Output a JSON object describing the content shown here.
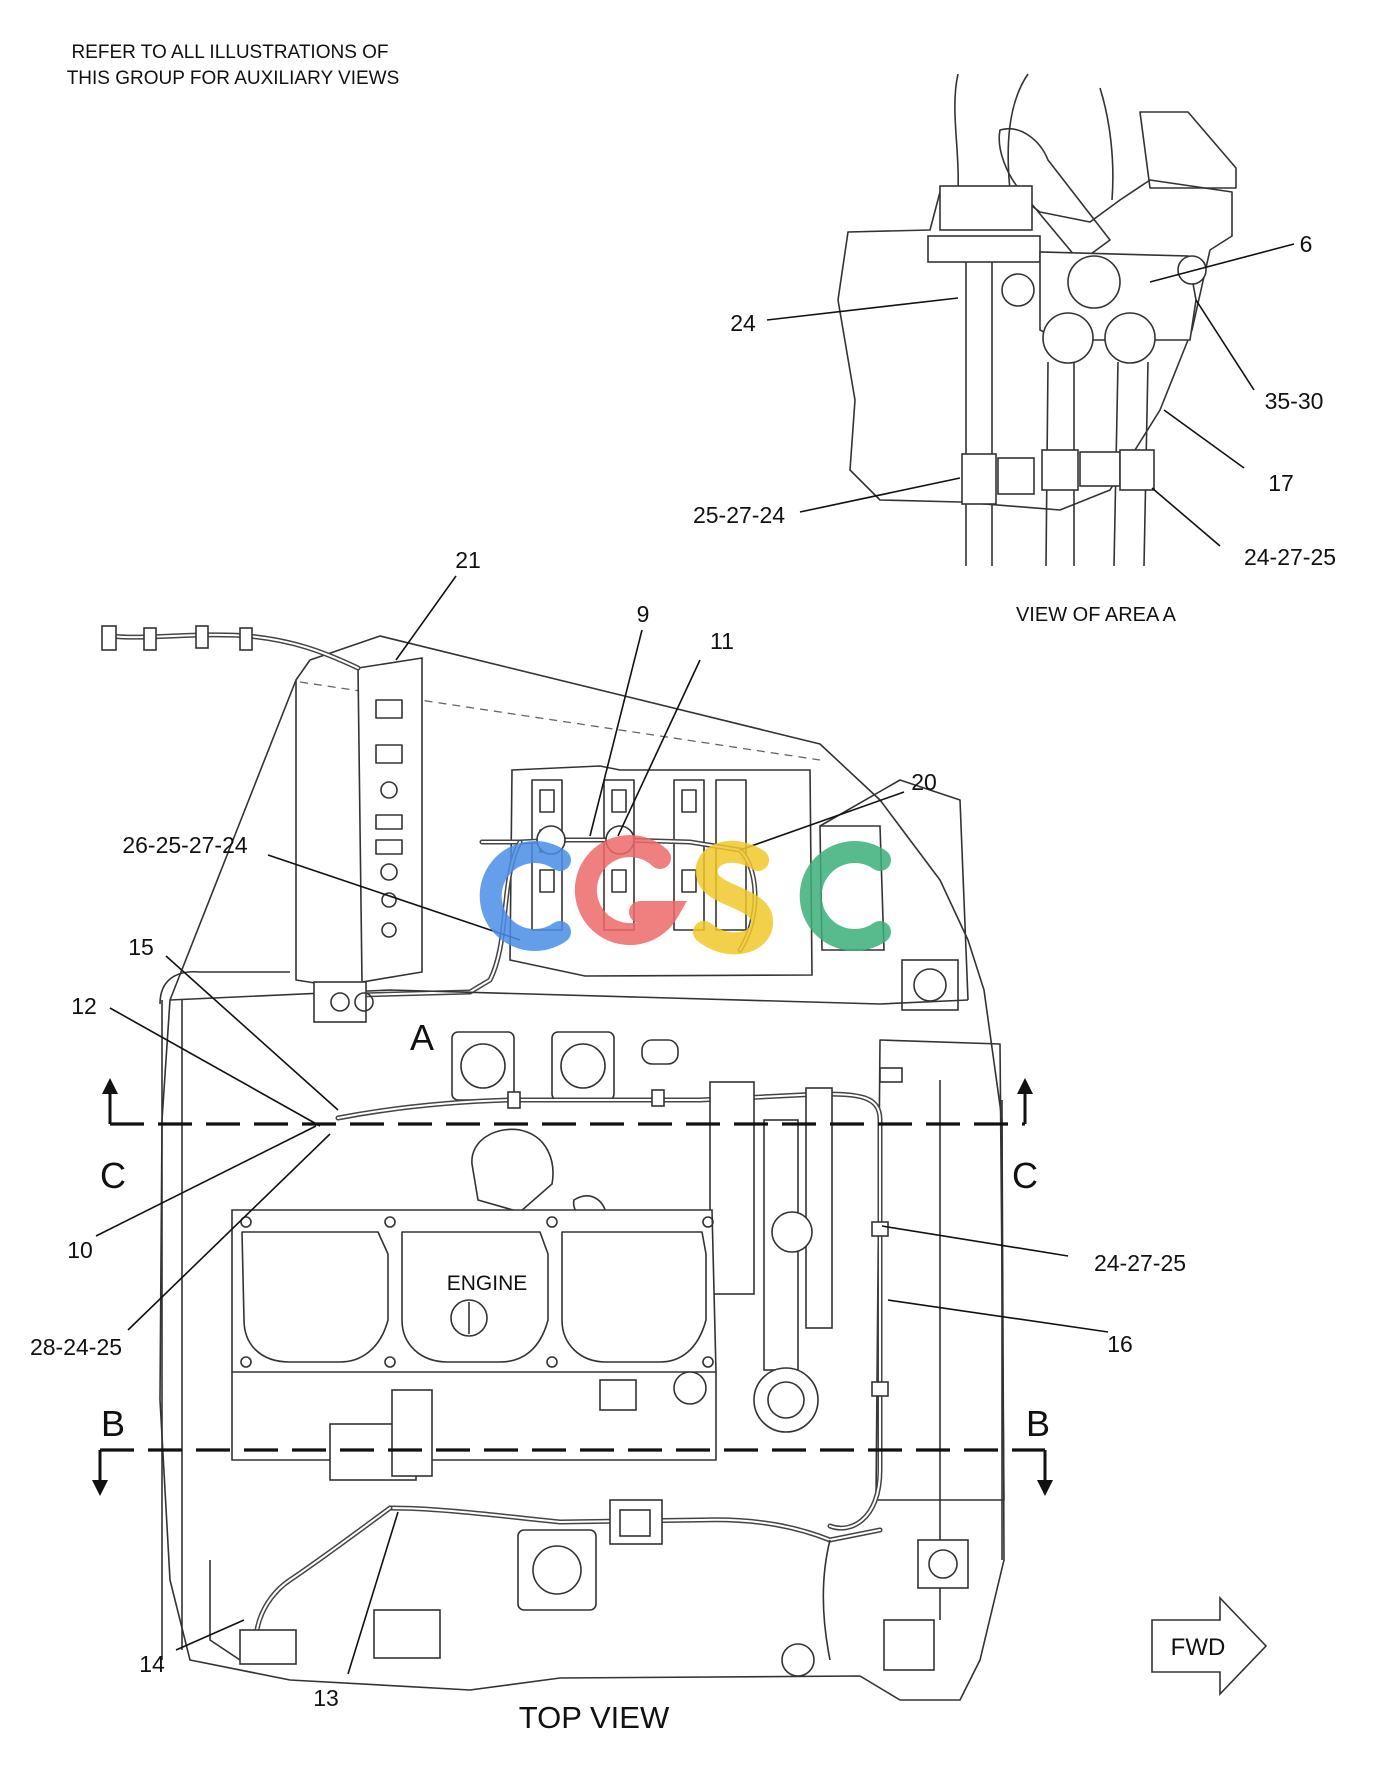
{
  "notes": {
    "refer_line1": "REFER TO ALL ILLUSTRATIONS OF",
    "refer_line2": "THIS GROUP FOR AUXILIARY VIEWS"
  },
  "view_a": {
    "caption": "VIEW OF AREA A",
    "callouts": [
      "6",
      "24",
      "35-30",
      "17",
      "25-27-24",
      "24-27-25"
    ]
  },
  "top_view": {
    "caption": "TOP VIEW",
    "engine_label": "ENGINE",
    "area_marker": "A",
    "section_markers": [
      "C",
      "C",
      "B",
      "B"
    ],
    "callouts": [
      "21",
      "9",
      "11",
      "20",
      "26-25-27-24",
      "15",
      "12",
      "10",
      "28-24-25",
      "24-27-25",
      "16",
      "14",
      "13"
    ]
  },
  "direction": {
    "fwd_label": "FWD"
  },
  "watermark": {
    "text": "CGSC",
    "colors": [
      "#4a8ee8",
      "#ee6a6a",
      "#f2c82a",
      "#3bb07a"
    ]
  }
}
